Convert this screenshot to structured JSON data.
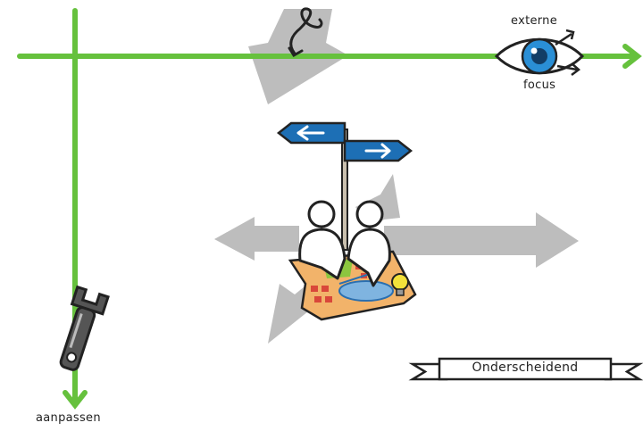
{
  "labels": {
    "top_right_upper": "externe",
    "top_right_lower": "focus",
    "bottom_left": "aanpassen",
    "banner": "Onderscheidend"
  },
  "colors": {
    "axis_green": "#66c13d",
    "arrow_gray": "#bdbdbd",
    "sign_blue": "#1d6fb5",
    "eye_iris": "#2a8fd6",
    "outline": "#222222",
    "map_orange": "#f2b36a",
    "map_red": "#d9473a",
    "map_green": "#8cc63f",
    "bulb_yellow": "#f3e13a"
  },
  "icons": [
    "eye-icon",
    "wrench-icon",
    "signpost-icon",
    "people-icon",
    "map-icon",
    "lightbulb-icon",
    "curl-arrow-icon"
  ]
}
